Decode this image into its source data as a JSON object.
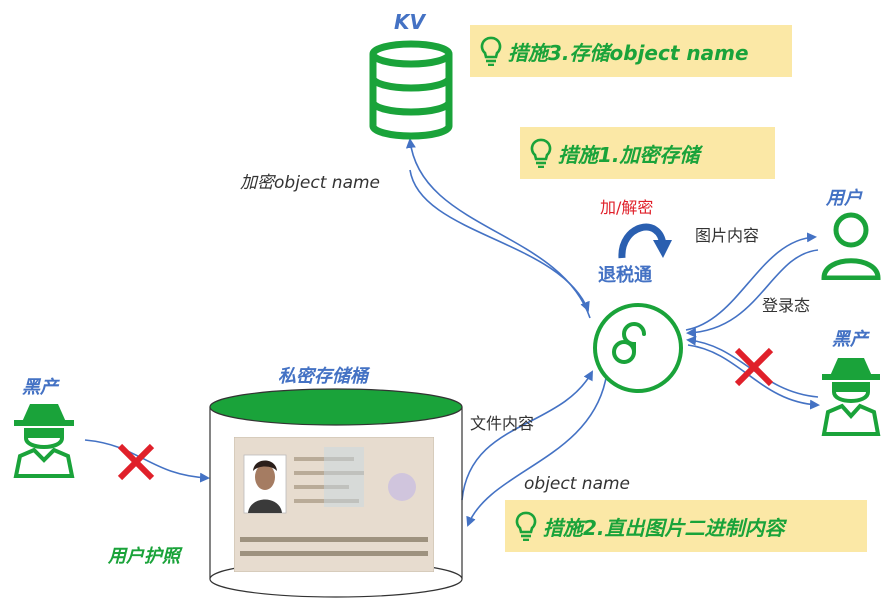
{
  "kv_label": "KV",
  "measure3": "措施3.存储object name",
  "measure1": "措施1.加密存储",
  "measure2": "措施2.直出图片二进制内容",
  "encrypt_objname": "加密object name",
  "encrypt_decrypt": "加/解密",
  "app_name": "退税通",
  "user_label": "用户",
  "image_content": "图片内容",
  "login_state": "登录态",
  "blackmarket_right": "黑产",
  "blackmarket_left": "黑产",
  "private_bucket": "私密存储桶",
  "file_content": "文件内容",
  "object_name": "object name",
  "user_passport": "用户护照",
  "colors": {
    "green": "#1aa33a",
    "blue": "#4472c4",
    "red": "#e0202a",
    "note_bg": "#fbe8a6"
  }
}
